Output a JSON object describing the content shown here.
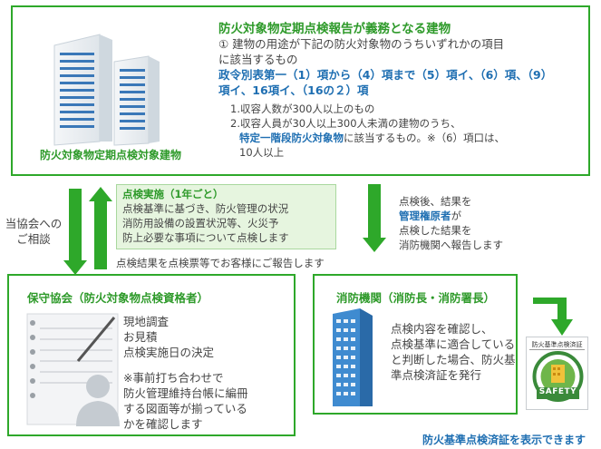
{
  "top_box": {
    "heading": "防火対象物定期点検報告が義務となる建物",
    "item1_a": "① 建物の用途が下記の防火対象物のうちいずれかの項目",
    "item1_b": "に該当するもの",
    "blue_a": "政令別表第一（1）項から（4）項まで（5）項イ、（6）項、（9）",
    "blue_b": "項イ、16項イ、（16の２）項",
    "sub1": "1.収容人数が300人以上のもの",
    "sub2_a": "2.収容人員が30人以上300人未満の建物のうち、",
    "sub2_b_blue": "特定一階段防火対象物",
    "sub2_b_rest": "に該当するもの。※（6）項口は、",
    "sub2_c": "10人以上",
    "building_caption": "防火対象物定期点検対象建物"
  },
  "left_label": {
    "line1": "当協会への",
    "line2": "ご相談"
  },
  "inspection_box": {
    "title": "点検実施（1年ごと）",
    "line1": "点検基準に基づき、防火管理の状況",
    "line2": "消防用設備の設置状況等、火災予",
    "line3": "防上必要な事項について点検します"
  },
  "report_note": "点検結果を点検票等でお客様にご報告します",
  "right_note": {
    "line1": "点検後、結果を",
    "line2_blue": "管理権原者",
    "line2_rest": "が",
    "line3": "点検した結果を",
    "line4": "消防機関へ報告します"
  },
  "association_box": {
    "title": "保守協会（防火対象物点検資格者）",
    "line1": "現地調査",
    "line2": "お見積",
    "line3": "点検実施日の決定",
    "note1": "※事前打ち合わせで",
    "note2": "防火管理維持台帳に編冊",
    "note3": "する図面等が揃っている",
    "note4": "かを確認します"
  },
  "fire_dept_box": {
    "title": "消防機関（消防長・消防署長）",
    "line1": "点検内容を確認し、",
    "line2": "点検基準に適合している",
    "line3": "と判断した場合、防火基",
    "line4": "準点検済証を発行"
  },
  "certificate": {
    "header": "防火基準点検済証",
    "badge": "SAFETY"
  },
  "bottom_caption": "防火基準点検済証を表示できます",
  "colors": {
    "green": "#2ea82a",
    "blue": "#1f6fb2"
  }
}
